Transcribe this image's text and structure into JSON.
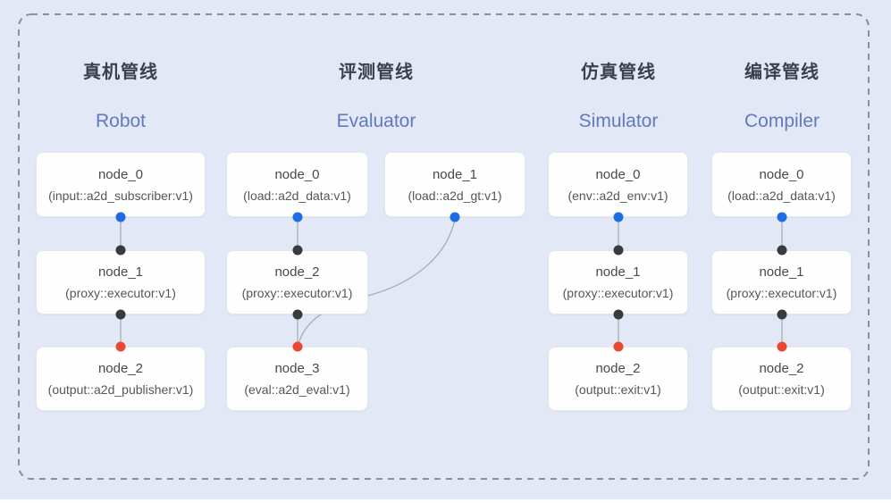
{
  "canvas": {
    "background_color": "#e3e8f7",
    "frame_color": "#8b909b"
  },
  "colors": {
    "blue_port_dot": "#1e6ce2",
    "dark_port_dot": "#3a3a3c",
    "red_port_dot": "#ea4832",
    "connector_line": "#a8adb8",
    "header_cn_text": "#3d4049",
    "header_en_text": "#6079c4",
    "node_title_text": "#474950",
    "node_impl_text": "#54565c"
  },
  "pipelines": [
    {
      "title_cn": "真机管线",
      "title_en": "Robot",
      "nodes": [
        {
          "name": "node_0",
          "impl": "(input::a2d_subscriber:v1)"
        },
        {
          "name": "node_1",
          "impl": "(proxy::executor:v1)"
        },
        {
          "name": "node_2",
          "impl": "(output::a2d_publisher:v1)"
        }
      ]
    },
    {
      "title_cn": "评测管线",
      "title_en": "Evaluator",
      "nodes": [
        {
          "name": "node_0",
          "impl": "(load::a2d_data:v1)"
        },
        {
          "name": "node_1",
          "impl": "(load::a2d_gt:v1)"
        },
        {
          "name": "node_2",
          "impl": "(proxy::executor:v1)"
        },
        {
          "name": "node_3",
          "impl": "(eval::a2d_eval:v1)"
        }
      ]
    },
    {
      "title_cn": "仿真管线",
      "title_en": "Simulator",
      "nodes": [
        {
          "name": "node_0",
          "impl": "(env::a2d_env:v1)"
        },
        {
          "name": "node_1",
          "impl": "(proxy::executor:v1)"
        },
        {
          "name": "node_2",
          "impl": "(output::exit:v1)"
        }
      ]
    },
    {
      "title_cn": "编译管线",
      "title_en": "Compiler",
      "nodes": [
        {
          "name": "node_0",
          "impl": "(load::a2d_data:v1)"
        },
        {
          "name": "node_1",
          "impl": "(proxy::executor:v1)"
        },
        {
          "name": "node_2",
          "impl": "(output::exit:v1)"
        }
      ]
    }
  ]
}
